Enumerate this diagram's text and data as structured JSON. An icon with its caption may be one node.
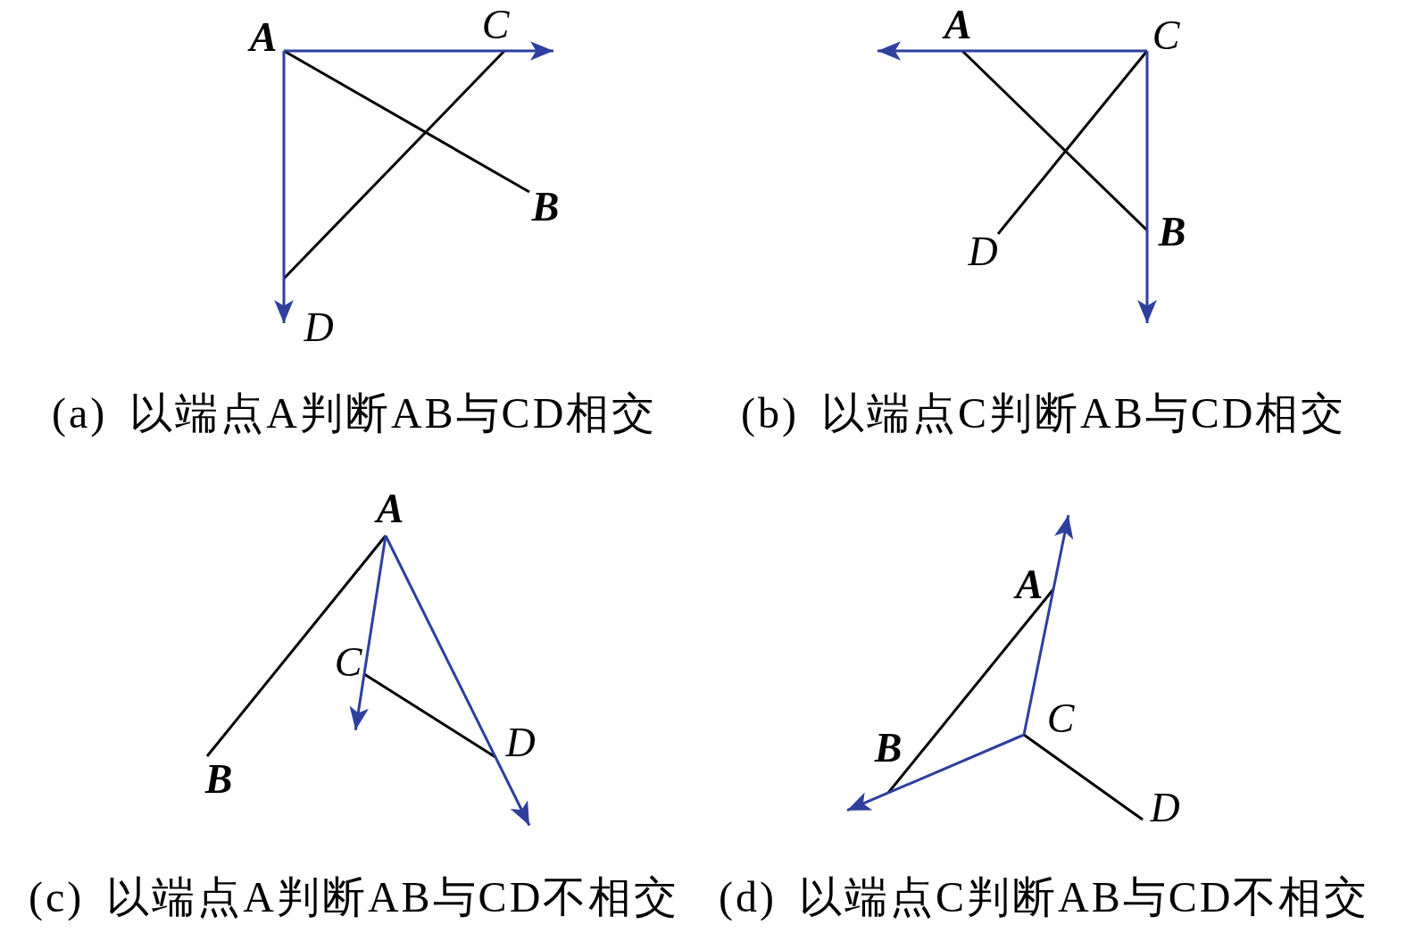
{
  "diagram": {
    "nodes": [
      {
        "text": [
          "A"
        ]
      },
      {
        "text": [
          "C"
        ]
      },
      {
        "text": [
          "B"
        ]
      },
      {
        "text": [
          "D"
        ]
      },
      {
        "text": [
          "A"
        ]
      },
      {
        "text": [
          "C"
        ]
      },
      {
        "text": [
          "B"
        ]
      },
      {
        "text": [
          "D"
        ]
      },
      {
        "text": [
          "A"
        ]
      },
      {
        "text": [
          "C"
        ]
      },
      {
        "text": [
          "D"
        ]
      },
      {
        "text": [
          "B"
        ]
      },
      {
        "text": [
          "A"
        ]
      },
      {
        "text": [
          "C"
        ]
      },
      {
        "text": [
          "B"
        ]
      },
      {
        "text": [
          "D"
        ]
      }
    ],
    "edges": [
      {
        "from": 0,
        "to": 2,
        "arrow": "none"
      },
      {
        "from": 1,
        "to": 3,
        "arrow": "none"
      },
      {
        "from": 0,
        "to": 1,
        "arrow": "to",
        "color": "#2e3f9e"
      },
      {
        "from": 0,
        "to": 3,
        "arrow": "to",
        "color": "#2e3f9e"
      },
      {
        "from": 4,
        "to": 6,
        "arrow": "none"
      },
      {
        "from": 5,
        "to": 7,
        "arrow": "none"
      },
      {
        "from": 5,
        "to": 4,
        "arrow": "to",
        "color": "#2e3f9e"
      },
      {
        "from": 5,
        "to": 6,
        "arrow": "to",
        "color": "#2e3f9e"
      },
      {
        "from": 8,
        "to": 11,
        "arrow": "none"
      },
      {
        "from": 9,
        "to": 10,
        "arrow": "none"
      },
      {
        "from": 8,
        "to": 9,
        "arrow": "to",
        "color": "#2e3f9e"
      },
      {
        "from": 8,
        "to": 10,
        "arrow": "to",
        "color": "#2e3f9e"
      },
      {
        "from": 12,
        "to": 14,
        "arrow": "none"
      },
      {
        "from": 13,
        "to": 15,
        "arrow": "none"
      },
      {
        "from": 13,
        "to": 12,
        "arrow": "to",
        "color": "#2e3f9e"
      },
      {
        "from": 13,
        "to": 14,
        "arrow": "to",
        "color": "#2e3f9e"
      }
    ],
    "labels": [
      "(a) 以端点A判断AB与CD相交",
      "(b) 以端点C判断AB与CD相交",
      "(c) 以端点A判断AB与CD不相交",
      "(d) 以端点C判断AB与CD不相交"
    ]
  }
}
